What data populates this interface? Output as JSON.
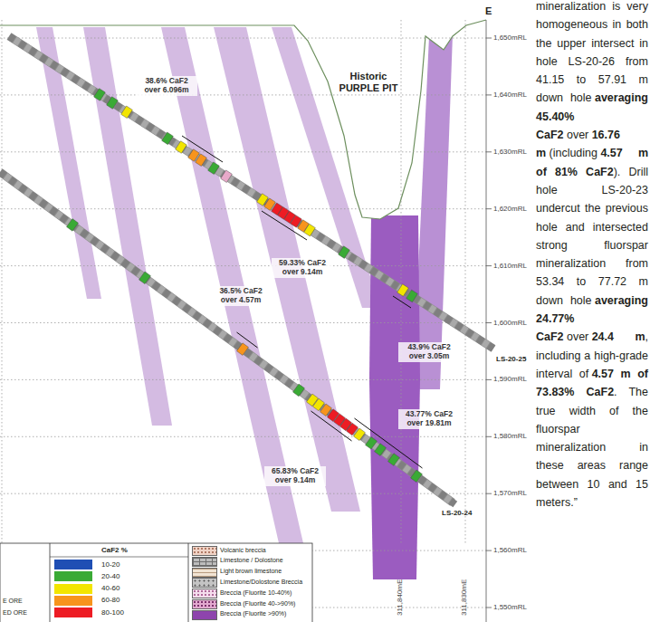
{
  "diagram": {
    "labels": [
      "E",
      "Historic",
      "PURPLE PIT",
      "1,650mRL",
      "1,640mRL",
      "1,630mRL",
      "1,620mRL",
      "1,610mRL",
      "1,600mRL",
      "1,590mRL",
      "1,580mRL",
      "1,570mRL",
      "1,560mRL",
      "1,550mRL",
      "311,840mE",
      "311,830mE",
      "38.6% CaF2 over 6.096m",
      "59.33% CaF2 over 9.14m",
      "43.9% CaF2 over 3.05m",
      "LS-20-25",
      "36.5% CaF2 over 4.57m",
      "43.77% CaF2 over 19.81m",
      "65.83% CaF2 over 9.14m",
      "LS-20-24",
      "CaF2 %",
      "E ORE",
      "ED ORE",
      "mineralization is very homogeneous in both the upper intersect in hole LS-20-26 from 41.15 to 57.91 m down hole",
      "averaging 45.40% CaF2",
      "over",
      "16.76 m",
      "(including",
      "4.57 m of 81% CaF2",
      "). Drill hole LS-20-23 undercut the previous hole and intersected strong fluorspar mineralization from 53.34 to 77.72 m down hole",
      "averaging 24.77% CaF2",
      "over",
      "24.4 m",
      ", including a high-grade interval of",
      "4.57 m of 73.83% CaF2",
      ". The true width of the fluorspar mineralization in these areas range between 10 and 15 meters.”"
    ],
    "legend": [
      {
        "text": "10-20",
        "color": "#1f4fb4"
      },
      {
        "text": "20-40",
        "color": "#3aaa35"
      },
      {
        "text": "40-60",
        "color": "#f2e500"
      },
      {
        "text": "60-80",
        "color": "#f7941d"
      },
      {
        "text": "80-100",
        "color": "#ed1c24"
      },
      {
        "text": "Volcanic breccia"
      },
      {
        "text": "Limestone / Dolostone"
      },
      {
        "text": "Light brown limestone"
      },
      {
        "text": "Limestone/Dolostone Breccia"
      },
      {
        "text": "Breccia (Fluorite 10-40%)"
      },
      {
        "text": "Breccia (Fluorite 40->90%)"
      },
      {
        "text": "Breccia (Fluorite >90%)"
      }
    ]
  }
}
